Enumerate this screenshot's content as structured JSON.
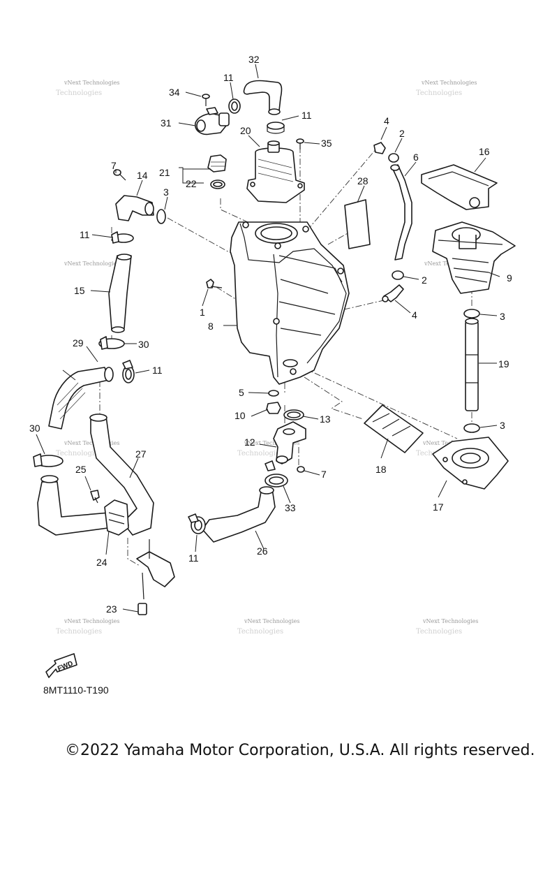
{
  "diagram": {
    "code": "8MT1110-T190",
    "copyright": "©2022 Yamaha Motor Corporation, U.S.A. All rights reserved.",
    "fwd_label": "FWD",
    "watermark_line1": "vNext Technologies",
    "watermark_line2": "Technologies"
  },
  "callouts": {
    "c1": "1",
    "c2a": "2",
    "c2b": "2",
    "c3a": "3",
    "c3b": "3",
    "c3c": "3",
    "c4a": "4",
    "c4b": "4",
    "c5": "5",
    "c6": "6",
    "c7a": "7",
    "c7b": "7",
    "c8": "8",
    "c9": "9",
    "c10": "10",
    "c11a": "11",
    "c11b": "11",
    "c11c": "11",
    "c11d": "11",
    "c11e": "11",
    "c12": "12",
    "c13": "13",
    "c14": "14",
    "c15": "15",
    "c16": "16",
    "c17": "17",
    "c18": "18",
    "c19": "19",
    "c20": "20",
    "c21": "21",
    "c22": "22",
    "c23": "23",
    "c24": "24",
    "c25": "25",
    "c26": "26",
    "c27": "27",
    "c28": "28",
    "c29": "29",
    "c30a": "30",
    "c30b": "30",
    "c31": "31",
    "c32": "32",
    "c33": "33",
    "c34": "34",
    "c35": "35"
  }
}
